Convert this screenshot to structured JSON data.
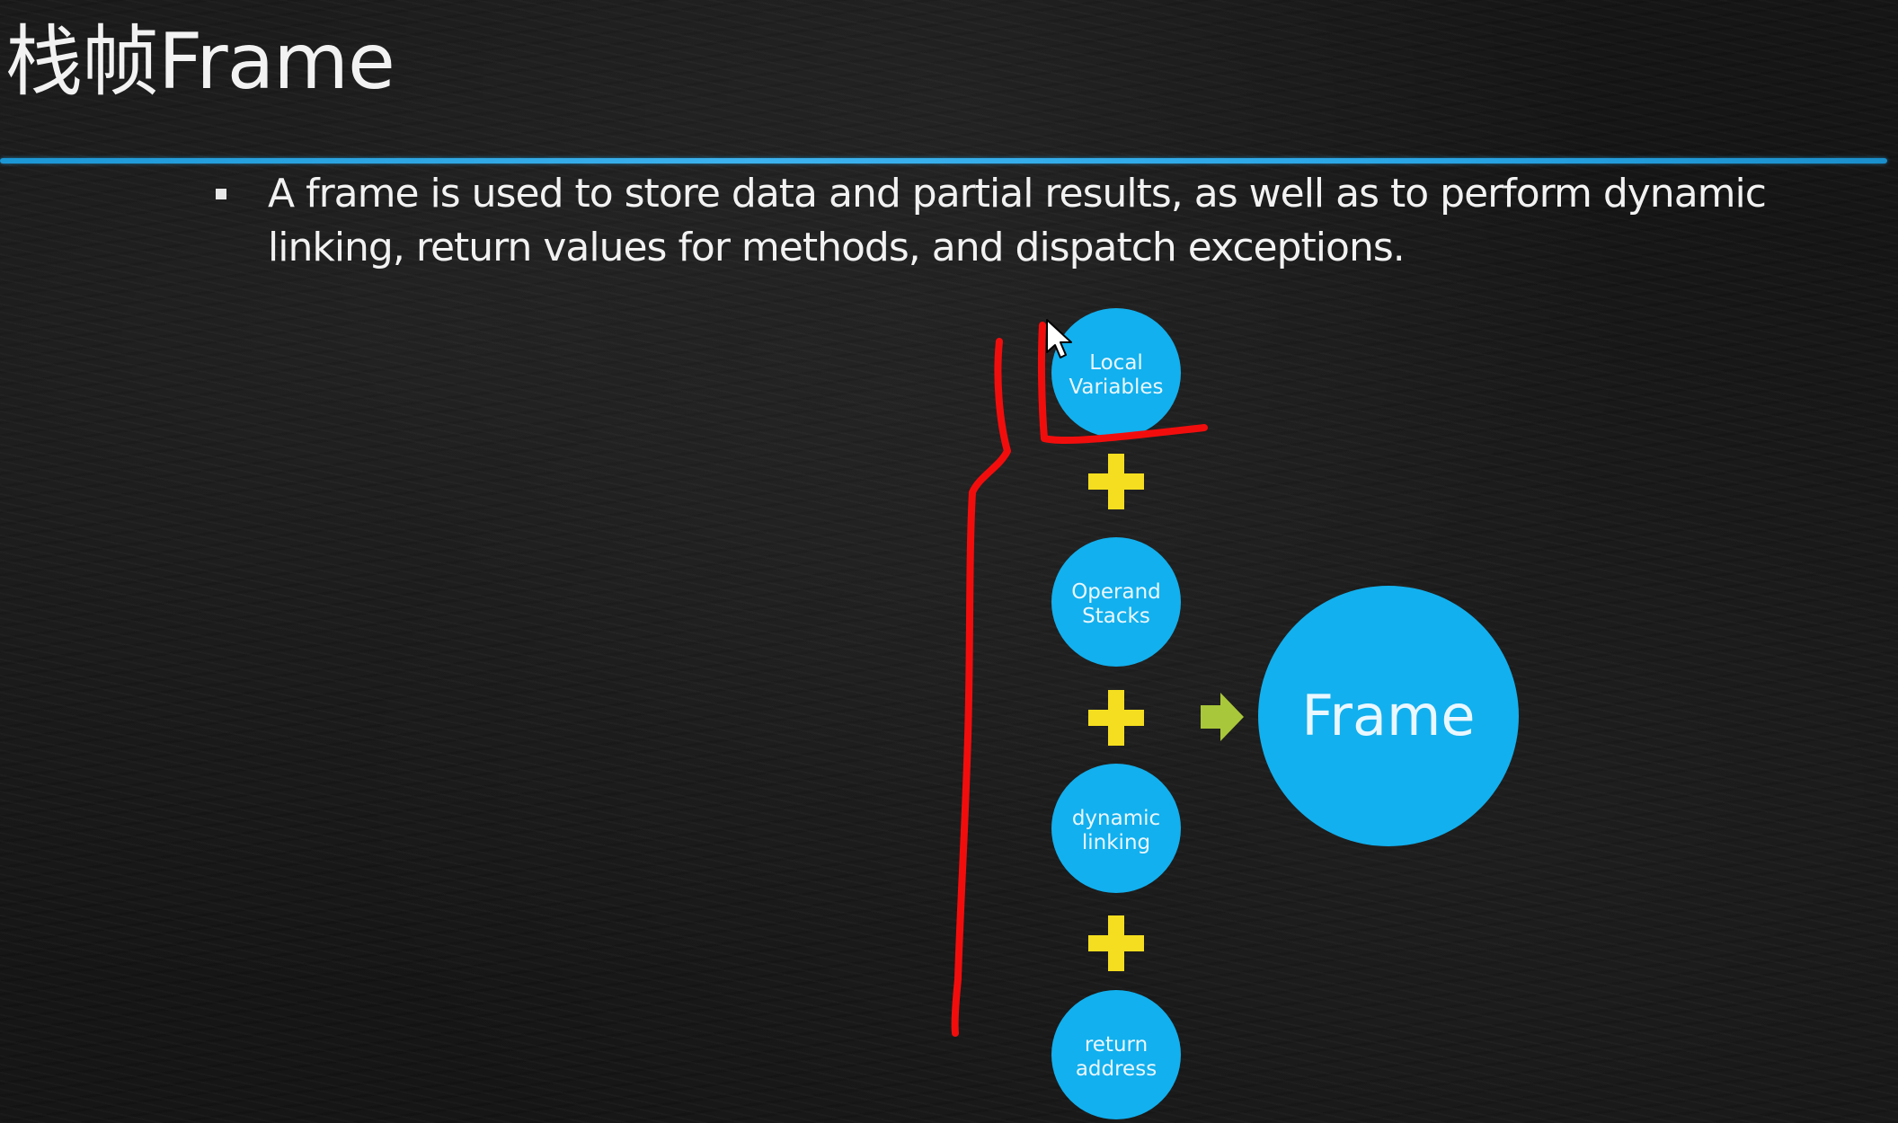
{
  "slide": {
    "title": "栈帧Frame",
    "bullet": "A frame is used to store data and partial results, as well as to perform dynamic linking, return values for methods, and dispatch exceptions."
  },
  "diagram": {
    "components": [
      {
        "line1": "Local",
        "line2": "Variables"
      },
      {
        "line1": "Operand",
        "line2": "Stacks"
      },
      {
        "line1": "dynamic",
        "line2": "linking"
      },
      {
        "line1": "return",
        "line2": "address"
      }
    ],
    "result_label": "Frame",
    "operator_icon": "plus-icon",
    "arrow_icon": "arrow-right-icon",
    "colors": {
      "node": "#12b0ee",
      "plus": "#f4de1f",
      "arrow": "#a9c73a",
      "annotation": "#f20d0d",
      "rule": "#2aa6e6"
    }
  }
}
